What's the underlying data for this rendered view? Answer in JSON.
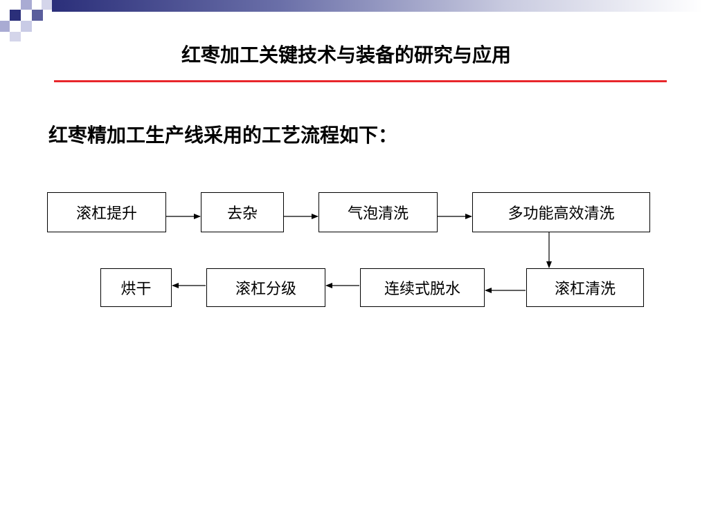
{
  "header": {
    "title": "红枣加工关键技术与装备的研究与应用"
  },
  "content": {
    "subtitle": "红枣精加工生产线采用的工艺流程如下："
  },
  "flow": {
    "steps": [
      "滚杠提升",
      "去杂",
      "气泡清洗",
      "多功能高效清洗",
      "滚杠清洗",
      "连续式脱水",
      "滚杠分级",
      "烘干"
    ]
  },
  "colors": {
    "accent_line": "#e8262b",
    "header_bar": "#2b2f7a",
    "deco_dark": "#2b2f7a",
    "deco_light": "#a9abd3"
  }
}
